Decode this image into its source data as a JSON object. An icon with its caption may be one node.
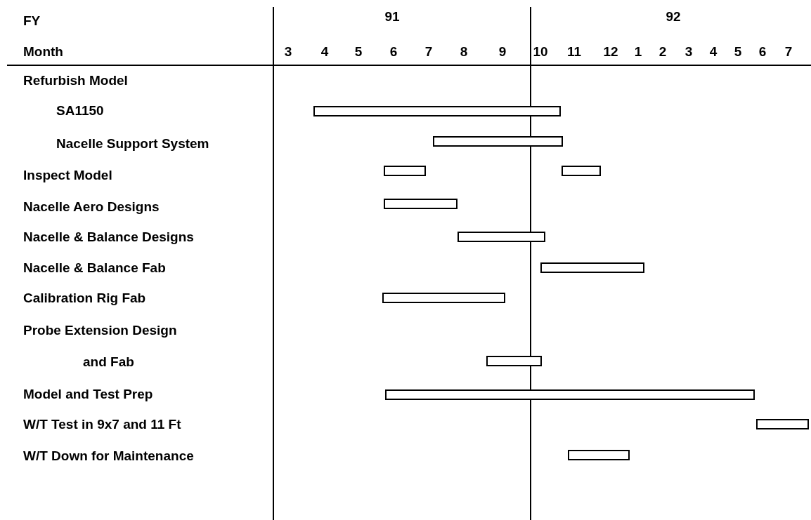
{
  "diagram": {
    "nodes": [
      {
        "text": [],
        "shape": "bar"
      },
      {
        "text": [],
        "shape": "bar"
      },
      {
        "text": [],
        "shape": "bar"
      },
      {
        "text": [],
        "shape": "bar"
      },
      {
        "text": [],
        "shape": "bar"
      },
      {
        "text": [],
        "shape": "bar"
      },
      {
        "text": [],
        "shape": "bar"
      },
      {
        "text": [],
        "shape": "bar"
      },
      {
        "text": [],
        "shape": "bar"
      },
      {
        "text": [],
        "shape": "bar"
      },
      {
        "text": [],
        "shape": "bar"
      },
      {
        "text": [],
        "shape": "bar"
      }
    ],
    "edges": [],
    "labels": [
      "FY",
      "91",
      "92",
      "Month",
      "3",
      "4",
      "5",
      "6",
      "7",
      "8",
      "9",
      "10",
      "11",
      "12",
      "1",
      "2",
      "3",
      "4",
      "5",
      "6",
      "7",
      "Refurbish Model",
      "SA1150",
      "Nacelle Support System",
      "Inspect Model",
      "Nacelle Aero Designs",
      "Nacelle & Balance Designs",
      "Nacelle & Balance Fab",
      "Calibration Rig Fab",
      "Probe Extension Design and Fab",
      "Model and Test Prep",
      "W/T Test in 9x7 and 11 Ft",
      "W/T Down for Maintenance"
    ]
  }
}
